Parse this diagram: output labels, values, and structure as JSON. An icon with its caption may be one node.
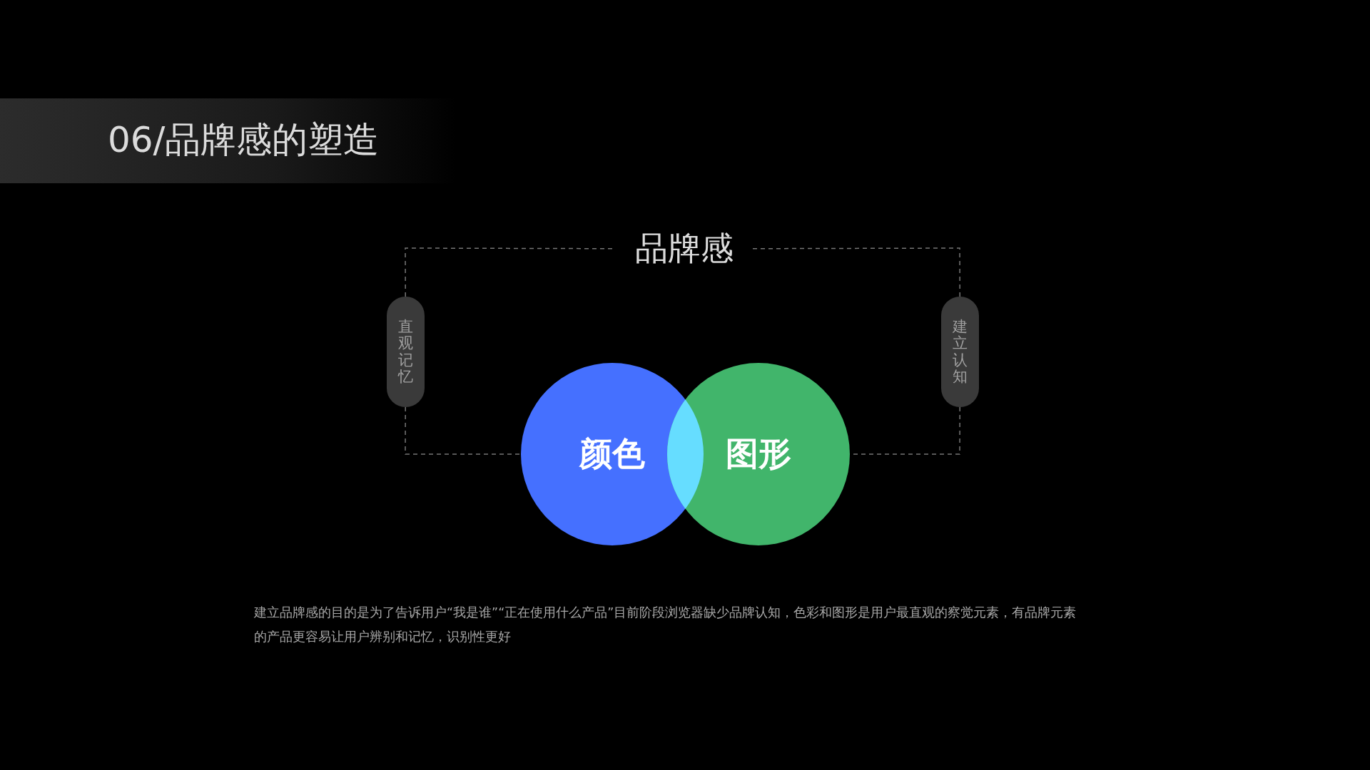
{
  "diagram": {
    "title": "06/品牌感的塑造",
    "nodes": [
      {
        "text": [
          "品牌感"
        ]
      },
      {
        "text": [
          "直观记忆"
        ]
      },
      {
        "text": [
          "建立认知"
        ]
      },
      {
        "text": [
          "颜色"
        ]
      },
      {
        "text": [
          "图形"
        ]
      }
    ],
    "edges": [
      {
        "from": 1,
        "to": 0,
        "arrow": "none",
        "style": "dashed"
      },
      {
        "from": 1,
        "to": 3,
        "arrow": "none",
        "style": "dashed"
      },
      {
        "from": 2,
        "to": 0,
        "arrow": "none",
        "style": "dashed"
      },
      {
        "from": 2,
        "to": 4,
        "arrow": "none",
        "style": "dashed"
      }
    ],
    "labels": [
      "建立品牌感的目的是为了告诉用户“我是谁”“正在使用什么产品”目前阶段浏览器缺少品牌认知，色彩和图形是用户最直观的察觉元素，有品牌元素的产品更容易让用户辨别和记忆，识别性更好"
    ]
  }
}
